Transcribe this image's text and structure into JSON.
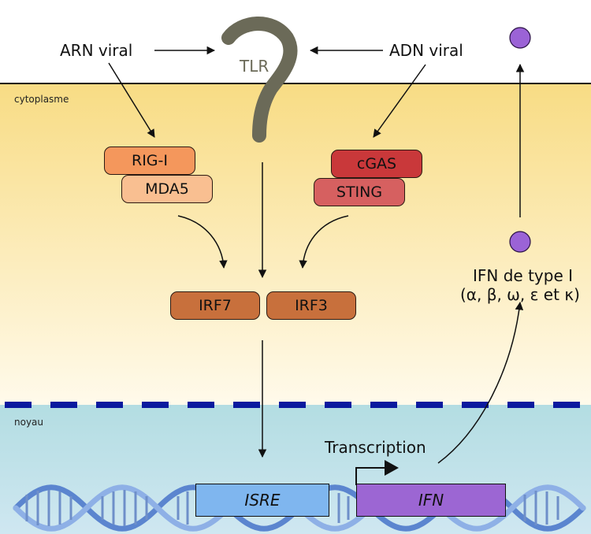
{
  "labels": {
    "arn_viral": "ARN viral",
    "adn_viral": "ADN viral",
    "tlr": "TLR",
    "cytoplasme": "cytoplasme",
    "noyau": "noyau",
    "transcription": "Transcription",
    "ifn_line1": "IFN de type I",
    "ifn_line2": "(α, β, ω, ε et κ)"
  },
  "proteins": {
    "rig_i": "RIG-I",
    "mda5": "MDA5",
    "cgas": "cGAS",
    "sting": "STING",
    "irf7": "IRF7",
    "irf3": "IRF3"
  },
  "genes": {
    "isre": "ISRE",
    "ifn": "IFN"
  },
  "colors": {
    "rig_i": "#f4975c",
    "mda5": "#f9bf91",
    "cgas": "#c9383a",
    "sting": "#d66060",
    "irf": "#c8703c",
    "tlr": "#6b6a58",
    "ifn_molecule": "#9b63d6",
    "isre_box": "#7fb6ef",
    "ifn_box": "#9c66d3",
    "nuclear_border": "#0a1a9e",
    "dna": "#5b85cf"
  }
}
